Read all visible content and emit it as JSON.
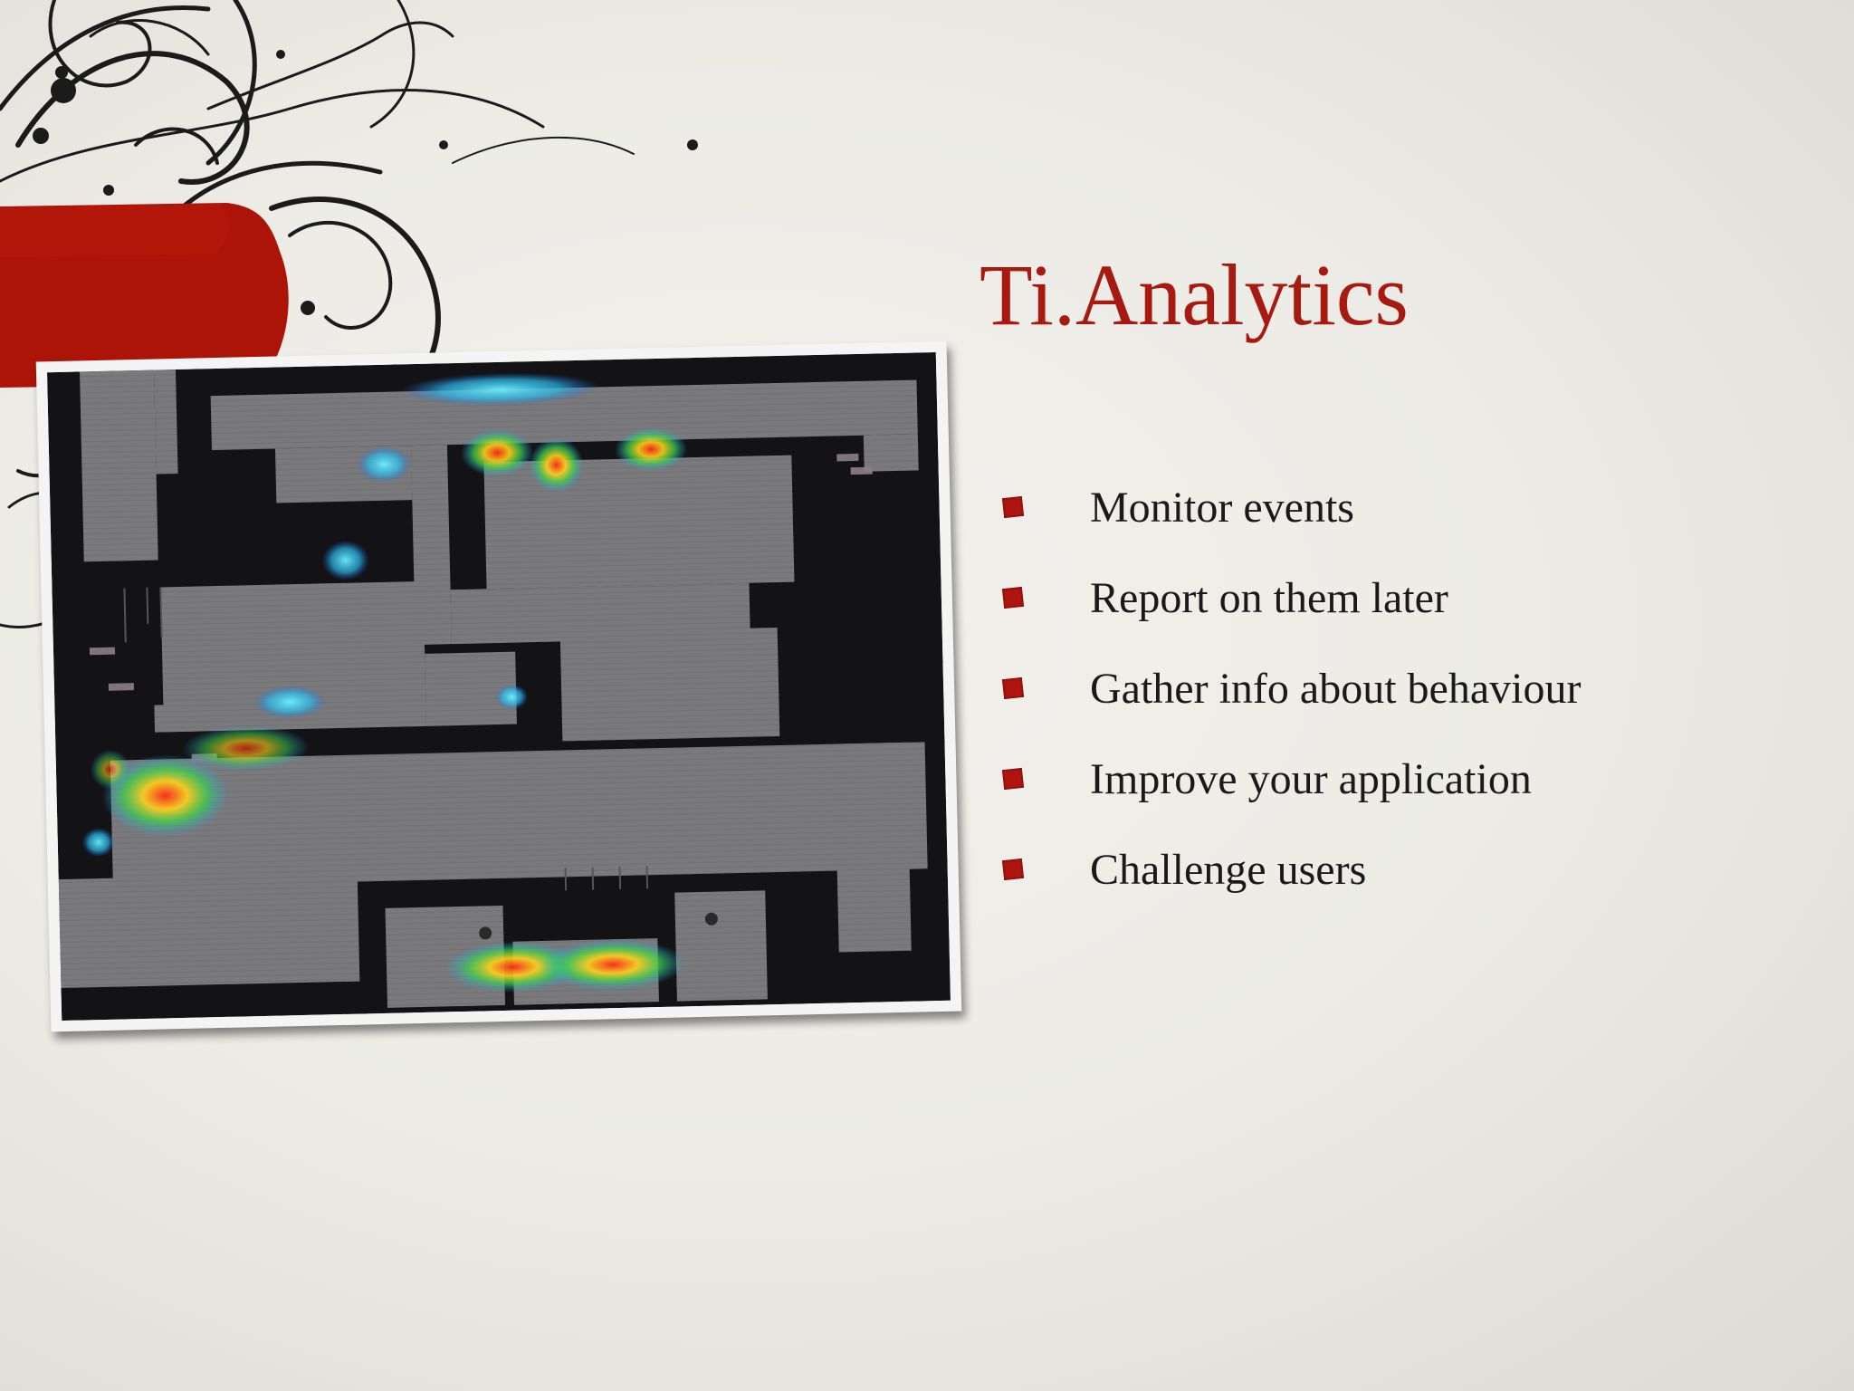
{
  "slide": {
    "title": "Ti.Analytics",
    "bullets": [
      {
        "label": "Monitor events"
      },
      {
        "label": "Report on them later"
      },
      {
        "label": "Gather info about behaviour"
      },
      {
        "label": "Improve your application"
      },
      {
        "label": "Challenge users"
      }
    ]
  },
  "colors": {
    "accent": "#a81a10",
    "bullet": "#b0140e",
    "text": "#1a1a1a",
    "background": "#ecebe6"
  },
  "image": {
    "content": "game-level-heatmap"
  }
}
